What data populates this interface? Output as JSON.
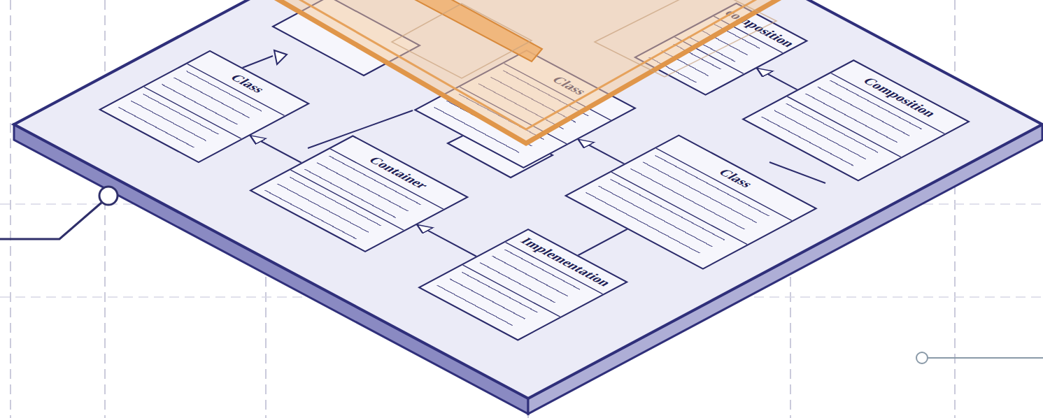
{
  "diagram": {
    "nodes": [
      {
        "text": [
          "Class"
        ]
      },
      {
        "text": [
          "Container"
        ]
      },
      {
        "text": [
          "Implementation"
        ]
      },
      {
        "text": [
          "Class"
        ]
      },
      {
        "text": [
          "Class"
        ]
      },
      {
        "text": [
          "composition"
        ]
      },
      {
        "text": [
          "Composition"
        ]
      }
    ],
    "edges": [
      {
        "from": 1,
        "to": 0,
        "arrow": "to"
      },
      {
        "from": 2,
        "to": 1,
        "arrow": "to"
      },
      {
        "from": 4,
        "to": 3,
        "arrow": "to"
      },
      {
        "from": 6,
        "to": 5,
        "arrow": "to"
      },
      {
        "from": 2,
        "to": 4,
        "arrow": "none"
      }
    ]
  }
}
